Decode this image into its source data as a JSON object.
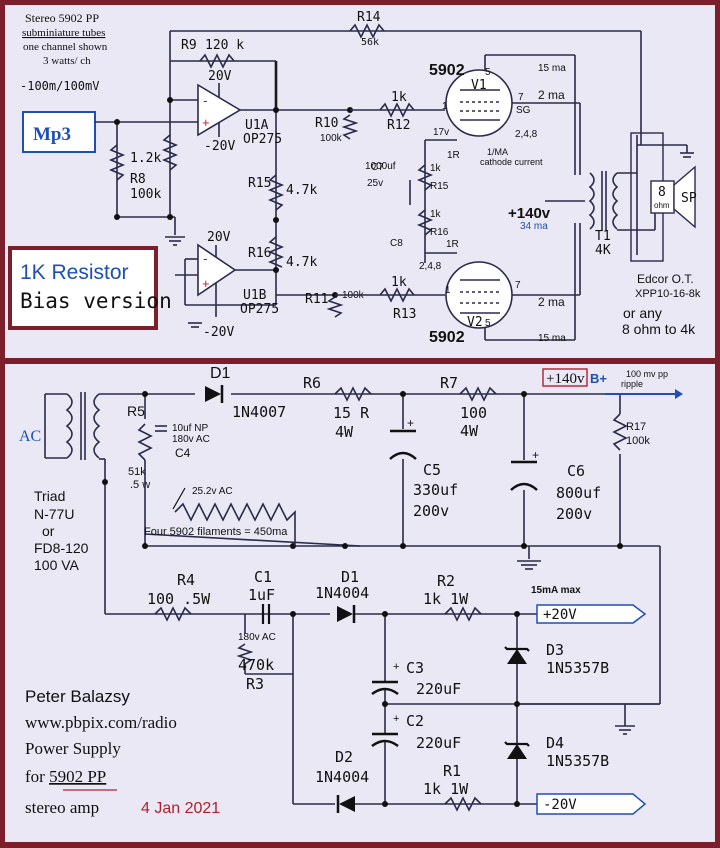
{
  "top": {
    "header": {
      "line1": "Stereo  5902 PP",
      "line2": "subminiature tubes",
      "line3": "one channel shown",
      "line4": "3 watts/ ch",
      "range": "-100m/100mV"
    },
    "source_label": "Mp3",
    "bias_box": {
      "line1": "1K Resistor",
      "line2": "Bias version"
    },
    "labels": {
      "R14": "R14",
      "R14v": "56k",
      "R9": "R9",
      "R9v": "120 k",
      "R8": "R8",
      "R8v": "100k",
      "r12k": "1.2k",
      "v20a": "20V",
      "vn20a": "-20V",
      "U1A": "U1A",
      "op1": "OP275",
      "v20b": "20V",
      "vn20b": "-20V",
      "U1B": "U1B",
      "op2": "OP275",
      "R15": "R15",
      "R15v": "4.7k",
      "R16": "R16",
      "R16v": "4.7k",
      "R10": "R10",
      "R10v": "100k",
      "R11": "R11",
      "R11v": "100k",
      "R12": "R12",
      "R12v": "1k",
      "R13": "R13",
      "R13v": "1k",
      "C7": "C7",
      "C7v": "1000uf",
      "C7vv": "25v",
      "C8": "C8",
      "R15b": "R15",
      "R15bv": "1k",
      "R16b": "R16",
      "R16bv": "1k",
      "v17": "17v",
      "oneR": "1R",
      "oneR2": "1R",
      "perMA": "1/MA",
      "cathode": "cathode current",
      "tube_v1": "5902",
      "V1": "V1",
      "tube_v2": "5902",
      "V2": "V2",
      "p5": "5",
      "p7": "7",
      "p1": "1",
      "pSG": "SG",
      "p248": "2,4,8",
      "p7b": "7",
      "p1b": "1",
      "p5b": "5",
      "p248b": "2,4,8",
      "ma15a": "15 ma",
      "ma2a": "2 ma",
      "ma2b": "2 ma",
      "ma15b": "15 ma",
      "b140": "+140v",
      "ma34": "34 ma",
      "T1": "T1",
      "T1v": "4K",
      "sp8": "8",
      "ohm": "ohm",
      "SP": "SP",
      "ot1": "Edcor O.T.",
      "ot2": "XPP10-16-8k",
      "ot3": "or any",
      "ot4": "8 ohm to 4k"
    }
  },
  "bottom": {
    "ac": "AC",
    "transformer": {
      "l1": "Triad",
      "l2": "N-77U",
      "l3": "or",
      "l4": "FD8-120",
      "l5": "100 VA"
    },
    "D1": "D1",
    "D1v": "1N4007",
    "R6": "R6",
    "R6v": "15 R",
    "R6w": "4W",
    "R7": "R7",
    "R7v": "100",
    "R7w": "4W",
    "bplus_box": "+140v",
    "bplus": "B+",
    "ripple1": "100 mv pp",
    "ripple2": "ripple",
    "R5": "R5",
    "R5v": "51k",
    "R5w": ".5 w",
    "C4a": "10uf NP",
    "C4b": "180v AC",
    "C4": "C4",
    "fil_v": "25.2v AC",
    "filaments": "Four 5902 filaments = 450ma",
    "C5": "C5",
    "C5v": "330uf",
    "C5w": "200v",
    "C6": "C6",
    "C6v": "800uf",
    "C6w": "200v",
    "R17": "R17",
    "R17v": "100k",
    "R4": "R4",
    "R4v": "100  .5W",
    "C1": "C1",
    "C1v": "1uF",
    "C1ac": "180v AC",
    "D1b": "D1",
    "D1bv": "1N4004",
    "R2": "R2",
    "R2v": "1k  1W",
    "max": "15mA max",
    "p20": "+20V",
    "n20": "-20V",
    "R3v": "470k",
    "R3": "R3",
    "C3": "C3",
    "C3v": "220uF",
    "C2": "C2",
    "C2v": "220uF",
    "D3": "D3",
    "D3v": "1N5357B",
    "D4": "D4",
    "D4v": "1N5357B",
    "D2": "D2",
    "D2v": "1N4004",
    "R1": "R1",
    "R1v": "1k  1W",
    "credits": {
      "l1": "Peter Balazsy",
      "l2": "www.pbpix.com/radio",
      "l3": "Power Supply",
      "l4a": "for ",
      "l4b": "5902 PP",
      "l5": "stereo amp",
      "date": "4 Jan 2021"
    }
  },
  "colors": {
    "frame": "#7a1f2b",
    "panel": "#e9e8f4",
    "wire": "#2a2a4a",
    "accent_blue": "#1f4fb5",
    "accent_red": "#b0202c"
  }
}
